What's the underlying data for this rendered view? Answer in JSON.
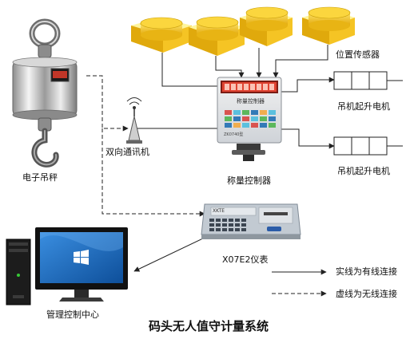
{
  "title": "码头无人值守计量系统",
  "labels": {
    "position_sensor": "位置传感器",
    "hoist_motor_1": "吊机起升电机",
    "hoist_motor_2": "吊机起升电机",
    "transceiver": "双向通讯机",
    "crane_scale": "电子吊秤",
    "weighing_controller": "称量控制器",
    "instrument": "X07E2仪表",
    "management_center": "管理控制中心"
  },
  "legend": {
    "solid": "实线为有线连接",
    "dashed": "虚线为无线连接"
  },
  "controller_panel": {
    "name": "称量控制器",
    "model": "ZK0740型"
  },
  "instrument_panel": {
    "brand": "XKTE"
  },
  "colors": {
    "sensor_yellow": "#f2c40f",
    "controller_display": "#d63a2a",
    "monitor_blue": "#1d6ec0",
    "line": "#222222"
  }
}
